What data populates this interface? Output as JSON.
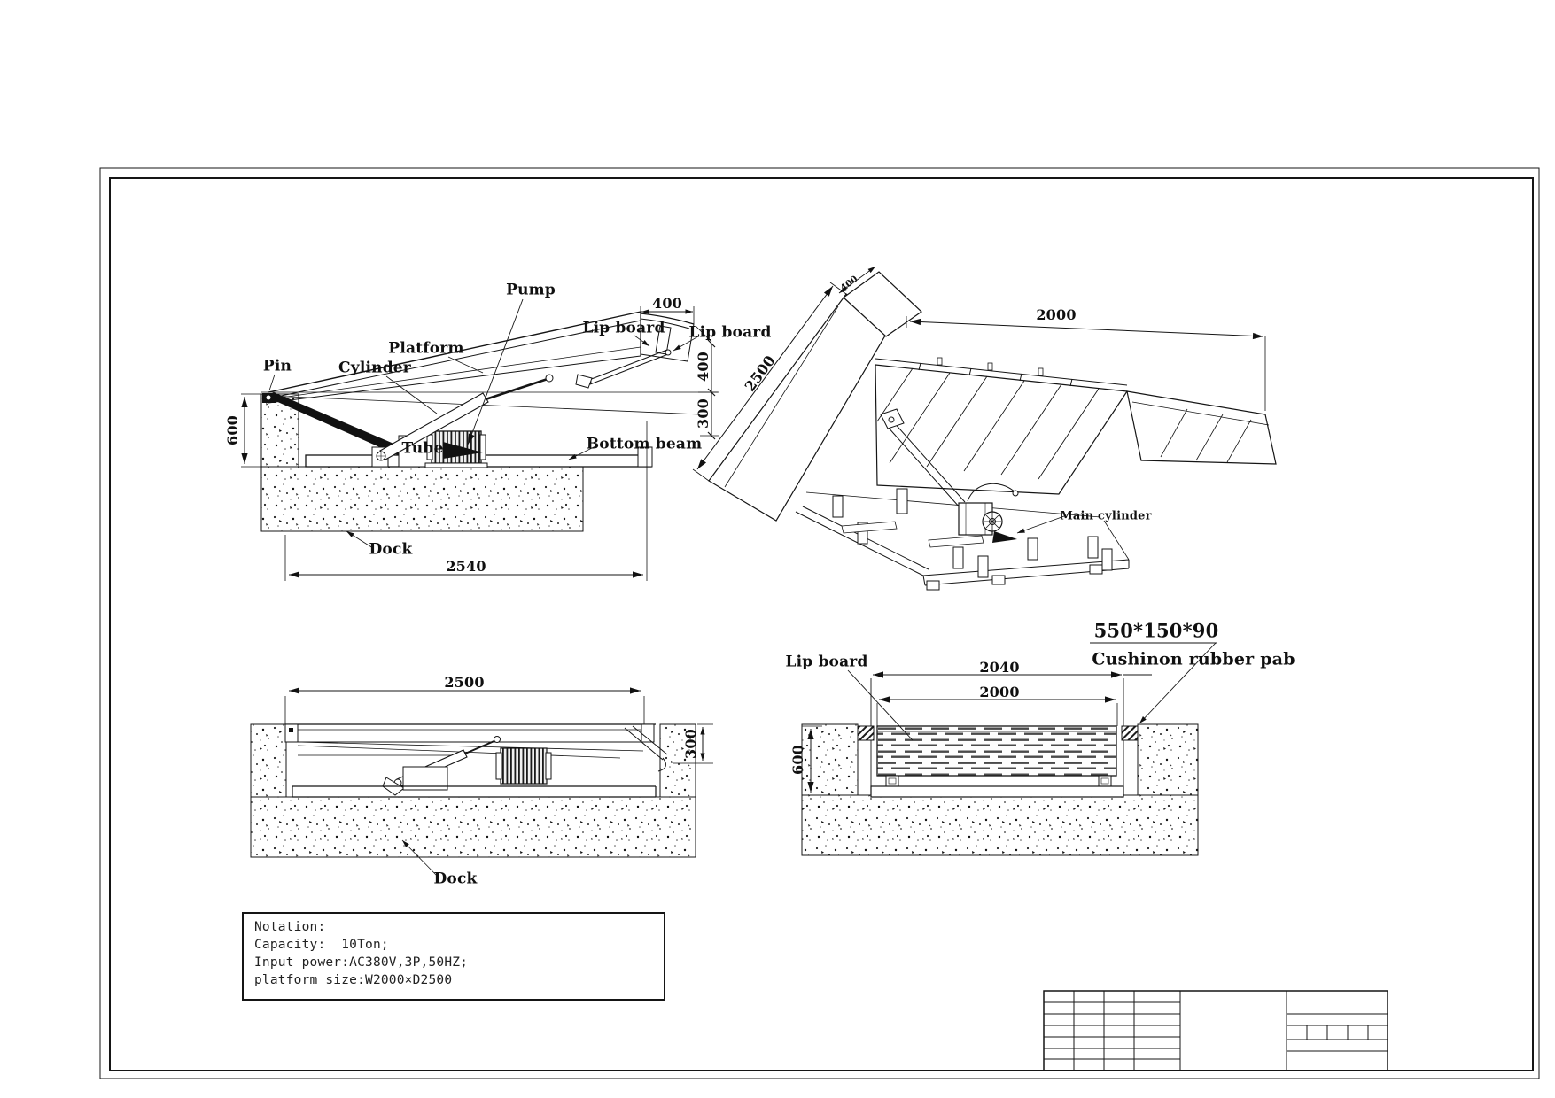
{
  "views": {
    "side_raised": {
      "labels": {
        "pin": "Pin",
        "cylinder": "Cylinder",
        "platform": "Platform",
        "pump": "Pump",
        "lip_board_left": "Lip board",
        "lip_board_right": "Lip board",
        "tube": "Tube",
        "bottom_beam": "Bottom beam",
        "dock": "Dock"
      },
      "dims": {
        "pit_depth": "600",
        "dock_length": "2540",
        "lip_top": "400",
        "lip_above": "400",
        "lip_below": "300"
      }
    },
    "isometric": {
      "labels": {
        "main_cylinder": "Main cylinder"
      },
      "dims": {
        "platform_width": "2000",
        "platform_depth": "2500",
        "lip_width": "400"
      }
    },
    "side_stowed": {
      "labels": {
        "dock": "Dock"
      },
      "dims": {
        "length": "2500",
        "lip_drop": "300"
      }
    },
    "front": {
      "labels": {
        "lip_board": "Lip board",
        "pad_size": "550*150*90",
        "pad_name": "Cushinon rubber pab"
      },
      "dims": {
        "outer_width": "2040",
        "inner_width": "2000",
        "pit_depth": "600"
      }
    }
  },
  "notation": {
    "title": "Notation:",
    "lines": [
      "Capacity:  10Ton;",
      "Input power:AC380V,3P,50HZ;",
      "platform size:W2000×D2500"
    ]
  }
}
